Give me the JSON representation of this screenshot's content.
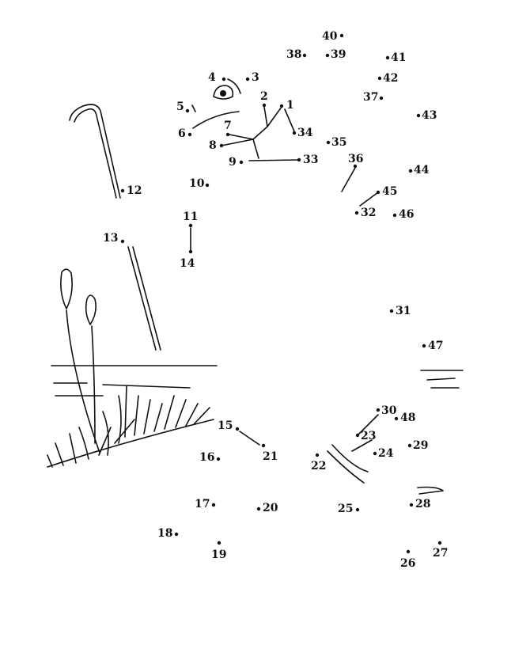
{
  "puzzle": {
    "ink_color": "#111111",
    "points": [
      {
        "n": "1"
      },
      {
        "n": "2"
      },
      {
        "n": "3"
      },
      {
        "n": "4"
      },
      {
        "n": "5"
      },
      {
        "n": "6"
      },
      {
        "n": "7"
      },
      {
        "n": "8"
      },
      {
        "n": "9"
      },
      {
        "n": "10"
      },
      {
        "n": "11"
      },
      {
        "n": "12"
      },
      {
        "n": "13"
      },
      {
        "n": "14"
      },
      {
        "n": "15"
      },
      {
        "n": "16"
      },
      {
        "n": "17"
      },
      {
        "n": "18"
      },
      {
        "n": "19"
      },
      {
        "n": "20"
      },
      {
        "n": "21"
      },
      {
        "n": "22"
      },
      {
        "n": "23"
      },
      {
        "n": "24"
      },
      {
        "n": "25"
      },
      {
        "n": "26"
      },
      {
        "n": "27"
      },
      {
        "n": "28"
      },
      {
        "n": "29"
      },
      {
        "n": "30"
      },
      {
        "n": "31"
      },
      {
        "n": "32"
      },
      {
        "n": "33"
      },
      {
        "n": "34"
      },
      {
        "n": "35"
      },
      {
        "n": "36"
      },
      {
        "n": "37"
      },
      {
        "n": "38"
      },
      {
        "n": "39"
      },
      {
        "n": "40"
      },
      {
        "n": "41"
      },
      {
        "n": "42"
      },
      {
        "n": "43"
      },
      {
        "n": "44"
      },
      {
        "n": "45"
      },
      {
        "n": "46"
      },
      {
        "n": "47"
      },
      {
        "n": "48"
      }
    ]
  }
}
